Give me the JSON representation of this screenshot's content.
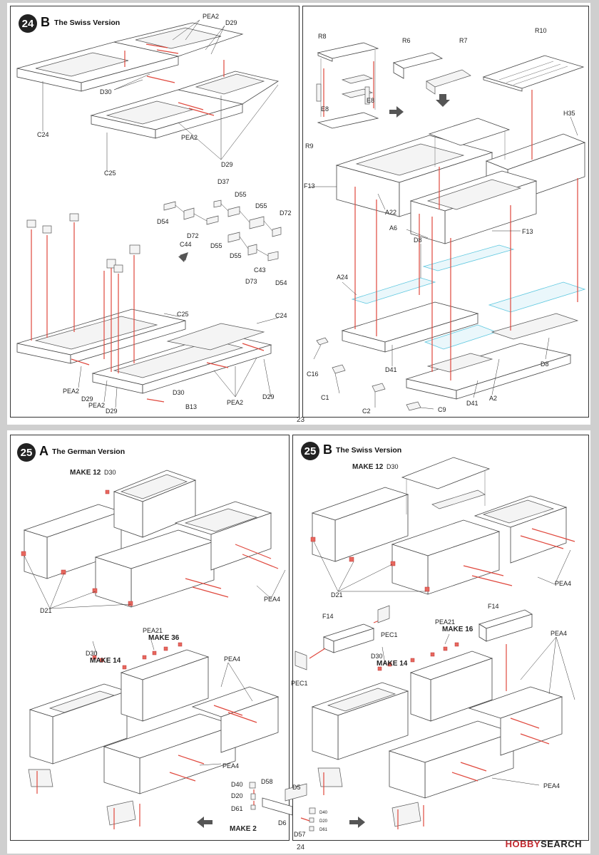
{
  "page23": {
    "page_number": "23",
    "step24b": {
      "number": "24",
      "letter": "B",
      "title": "The Swiss Version",
      "labels": {
        "pea2_top": "PEA2",
        "d29_top": "D29",
        "d30": "D30",
        "pea2_mid": "PEA2",
        "c24": "C24",
        "c25": "C25",
        "d29_mid": "D29",
        "d37": "D37",
        "d55_a": "D55",
        "d55_b": "D55",
        "d72_a": "D72",
        "d54_a": "D54",
        "d72_b": "D72",
        "c44": "C44",
        "d55_c": "D55",
        "d55_d": "D55",
        "c43": "C43",
        "d73": "D73",
        "d54_b": "D54",
        "c25_low": "C25",
        "c24_low": "C24",
        "pea2_l1": "PEA2",
        "d29_l1": "D29",
        "pea2_l2": "PEA2",
        "d29_l2": "D29",
        "d30_low": "D30",
        "b13": "B13",
        "pea2_r": "PEA2",
        "d29_r": "D29"
      }
    },
    "right": {
      "labels": {
        "r8": "R8",
        "r6": "R6",
        "r7": "R7",
        "r10": "R10",
        "e8_a": "E8",
        "e8_b": "E8",
        "r9": "R9",
        "h35": "H35",
        "f13_a": "F13",
        "a22": "A22",
        "a6": "A6",
        "f13_b": "F13",
        "d8_a": "D8",
        "a24": "A24",
        "c16": "C16",
        "d41_a": "D41",
        "d8_b": "D8",
        "c1": "C1",
        "c2": "C2",
        "c9": "C9",
        "d41_b": "D41",
        "a2": "A2"
      }
    }
  },
  "page24": {
    "page_number": "24",
    "step25a": {
      "number": "25",
      "letter": "A",
      "title": "The German Version",
      "labels": {
        "make12": "MAKE 12",
        "d30": "D30",
        "d21": "D21",
        "pea4": "PEA4",
        "pea21": "PEA21",
        "make36": "MAKE 36",
        "d30_b": "D30",
        "make14": "MAKE 14",
        "pea4_b": "PEA4",
        "pea4_c": "PEA4",
        "d40": "D40",
        "d20": "D20",
        "d61": "D61",
        "d58": "D58",
        "d5": "D5",
        "d6": "D6",
        "d57": "D57",
        "make2": "MAKE 2"
      }
    },
    "step25b": {
      "number": "25",
      "letter": "B",
      "title": "The Swiss Version",
      "labels": {
        "make12": "MAKE 12",
        "d30": "D30",
        "d21": "D21",
        "pea4": "PEA4",
        "f14_a": "F14",
        "pec1_a": "PEC1",
        "pec1_b": "PEC1",
        "pea21": "PEA21",
        "make16": "MAKE 16",
        "f14_b": "F14",
        "pea4_b": "PEA4",
        "d30_b": "D30",
        "make14": "MAKE 14",
        "pea4_c": "PEA4"
      }
    },
    "small_labels": {
      "d40": "D40",
      "d20": "D20",
      "d61": "D61"
    },
    "watermark": {
      "brand": "HOBBY",
      "suffix": "SEARCH"
    }
  },
  "colors": {
    "arrow": "#e0483d",
    "clear_part": "#5cc7df",
    "badge": "#222222"
  }
}
